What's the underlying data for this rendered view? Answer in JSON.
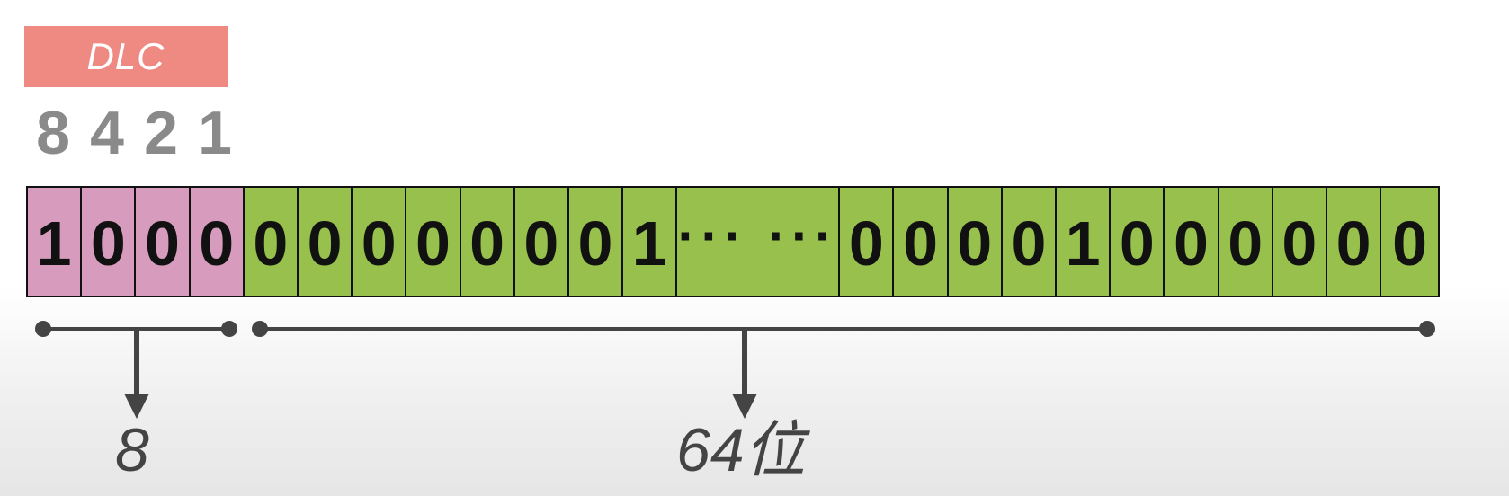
{
  "dlc_label": "DLC",
  "weights": [
    "8",
    "4",
    "2",
    "1"
  ],
  "bits": {
    "dlc": [
      "1",
      "0",
      "0",
      "0"
    ],
    "data_left": [
      "0",
      "0",
      "0",
      "0",
      "0",
      "0",
      "0",
      "1"
    ],
    "ellipsis": "··· ···",
    "data_right": [
      "0",
      "0",
      "0",
      "0",
      "1",
      "0",
      "0",
      "0",
      "0",
      "0",
      "0"
    ]
  },
  "annotations": {
    "dlc_length": "8",
    "data_length": "64位"
  },
  "colors": {
    "dlc_label_bg": "#ef8a83",
    "dlc_cells": "#d69bbd",
    "data_cells": "#98c04d",
    "weights_text": "#8a8a8a",
    "annotation": "#444444"
  }
}
